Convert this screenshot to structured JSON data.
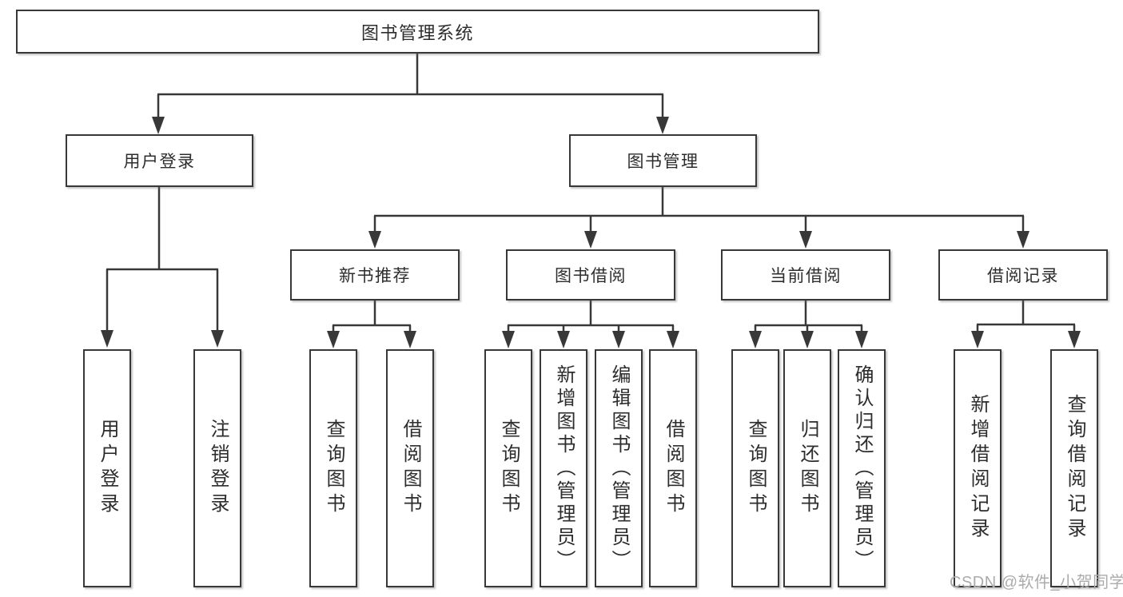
{
  "tree": {
    "root": "图书管理系统",
    "branches": [
      {
        "label": "用户登录",
        "children": [
          "用户登录",
          "注销登录"
        ]
      },
      {
        "label": "图书管理",
        "groups": [
          {
            "label": "新书推荐",
            "children": [
              "查询图书",
              "借阅图书"
            ]
          },
          {
            "label": "图书借阅",
            "children": [
              "查询图书",
              "新增图书（管理员）",
              "编辑图书（管理员）",
              "借阅图书"
            ]
          },
          {
            "label": "当前借阅",
            "children": [
              "查询图书",
              "归还图书",
              "确认归还（管理员）"
            ]
          },
          {
            "label": "借阅记录",
            "children": [
              "新增借阅记录",
              "查询借阅记录"
            ]
          }
        ]
      }
    ]
  },
  "watermark": {
    "text": "CSDN @软件_小贺同学"
  },
  "colors": {
    "line": "#383838",
    "text": "#2d2d2d",
    "watermark": "#ababab",
    "background": "#ffffff"
  }
}
